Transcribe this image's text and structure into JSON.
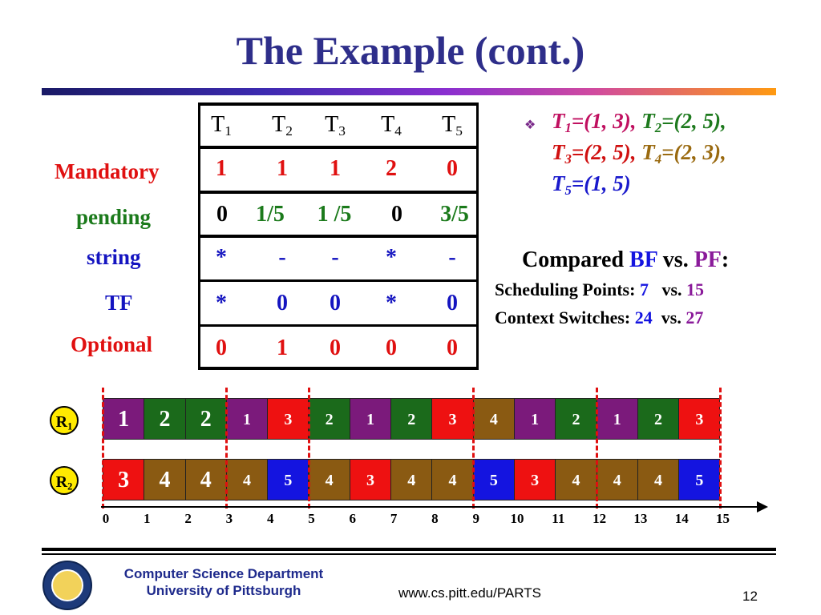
{
  "slide": {
    "title": "The Example (cont.)",
    "page_number": "12",
    "url": "www.cs.pitt.edu/PARTS",
    "dept_line1": "Computer Science Department",
    "dept_line2": "University of Pittsburgh"
  },
  "table": {
    "headers": [
      {
        "base": "T",
        "sub": "1"
      },
      {
        "base": "T",
        "sub": "2"
      },
      {
        "base": "T",
        "sub": "3"
      },
      {
        "base": "T",
        "sub": "4"
      },
      {
        "base": "T",
        "sub": "5"
      }
    ],
    "row_labels": {
      "mandatory": "Mandatory",
      "pending": "pending",
      "string": "string",
      "tf": "TF",
      "optional": "Optional"
    },
    "mandatory": [
      "1",
      "1",
      "1",
      "2",
      "0"
    ],
    "pending": [
      "0",
      "1/5",
      "1 /5",
      "0",
      "3/5"
    ],
    "string": [
      "*",
      "-",
      "-",
      "*",
      "-"
    ],
    "tf": [
      "*",
      "0",
      "0",
      "*",
      "0"
    ],
    "optional": [
      "0",
      "1",
      "0",
      "0",
      "0"
    ]
  },
  "tasks": [
    {
      "name": "T",
      "sub": "1",
      "value": "=(1, 3),",
      "color": "#c01060"
    },
    {
      "name": "T",
      "sub": "2",
      "value": "=(2, 5),",
      "color": "#1e7a1e"
    },
    {
      "name": "T",
      "sub": "3",
      "value": "=(2, 5),",
      "color": "#d01010"
    },
    {
      "name": "T",
      "sub": "4",
      "value": "=(2, 3),",
      "color": "#9a6a10"
    },
    {
      "name": "T",
      "sub": "5",
      "value": "=(1, 5)",
      "color": "#1a1acc"
    }
  ],
  "comparison": {
    "title_prefix": "Compared ",
    "bf": "BF",
    "vs": " vs. ",
    "pf": "PF",
    "colon": ":",
    "sched_label": "Scheduling Points: ",
    "sched_bf": "7",
    "sched_vs": "vs. ",
    "sched_pf": "15",
    "ctx_label": "Context Switches: ",
    "ctx_bf": "24",
    "ctx_vs": "vs. ",
    "ctx_pf": "27"
  },
  "timeline": {
    "r1_label": {
      "base": "R",
      "sub": "1"
    },
    "r2_label": {
      "base": "R",
      "sub": "2"
    },
    "r1_blocks": [
      {
        "task": "1",
        "size": "big"
      },
      {
        "task": "2",
        "size": "big"
      },
      {
        "task": "2",
        "size": "big"
      },
      {
        "task": "1"
      },
      {
        "task": "3"
      },
      {
        "task": "2"
      },
      {
        "task": "1"
      },
      {
        "task": "2"
      },
      {
        "task": "3"
      },
      {
        "task": "4"
      },
      {
        "task": "1"
      },
      {
        "task": "2"
      },
      {
        "task": "1"
      },
      {
        "task": "2"
      },
      {
        "task": "3"
      }
    ],
    "r2_blocks": [
      {
        "task": "3",
        "size": "big"
      },
      {
        "task": "4",
        "size": "big"
      },
      {
        "task": "4",
        "size": "big"
      },
      {
        "task": "4"
      },
      {
        "task": "5"
      },
      {
        "task": "4"
      },
      {
        "task": "3"
      },
      {
        "task": "4"
      },
      {
        "task": "4"
      },
      {
        "task": "5"
      },
      {
        "task": "3"
      },
      {
        "task": "4"
      },
      {
        "task": "4"
      },
      {
        "task": "4"
      },
      {
        "task": "5"
      }
    ],
    "task_colors": {
      "1": "#7b1a7b",
      "2": "#1b6a1b",
      "3": "#ee1111",
      "4": "#8a5a12",
      "5": "#1414e0"
    },
    "ticks": [
      "0",
      "1",
      "2",
      "3",
      "4",
      "5",
      "6",
      "7",
      "8",
      "9",
      "10",
      "11",
      "12",
      "13",
      "14",
      "15"
    ],
    "dashed_at": [
      0,
      3,
      5,
      9,
      12,
      15
    ]
  }
}
